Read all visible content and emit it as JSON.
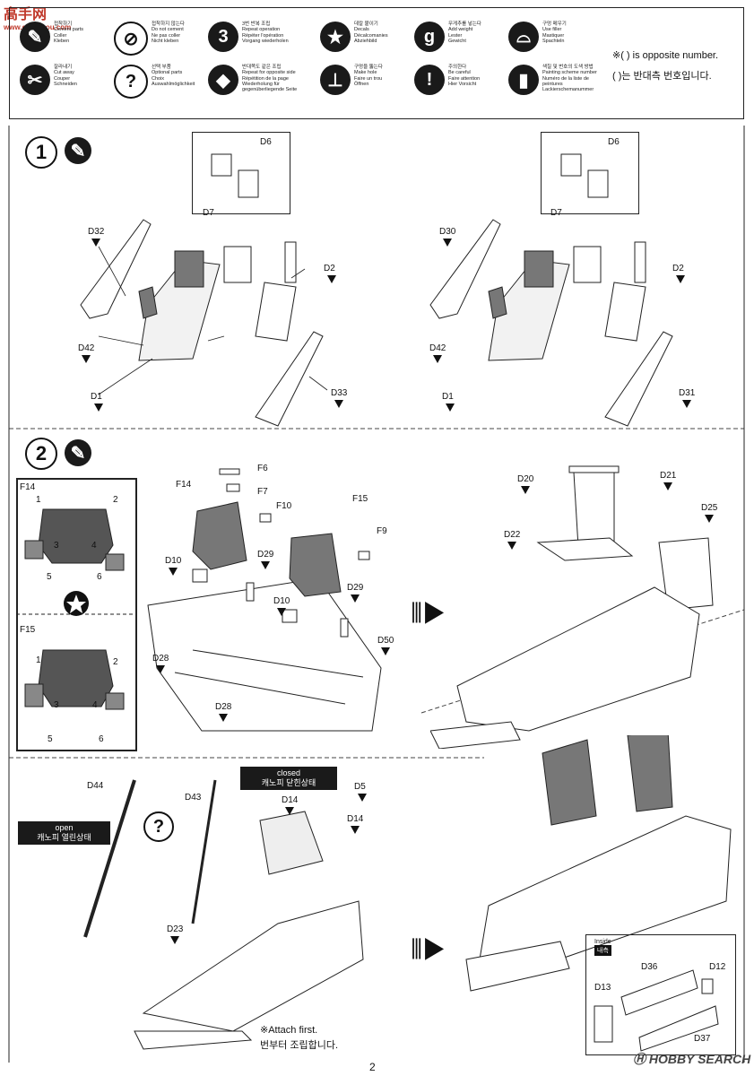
{
  "watermark_top": {
    "brand": "高手网",
    "url": "www.gao-shou.com"
  },
  "legend": {
    "items": [
      {
        "icon": "cement-icon",
        "text": "접착하기\nCement parts\nColler\nKleben"
      },
      {
        "icon": "no-cement-icon",
        "text": "접착하지 않는다\nDo not cement\nNe pas coller\nNicht kleben"
      },
      {
        "icon": "repeat-icon",
        "glyph": "3",
        "text": "3번 반복 조립\nRepeat operation\nRépéter l'opération\nVorgang wiederholen"
      },
      {
        "icon": "star-icon",
        "text": "데칼 붙이기\nDecals\nDécalcomanies\nAbziehbild"
      },
      {
        "icon": "weight-icon",
        "glyph": "g",
        "text": "무게추를 넣는다\nAdd weight\nLester\nGewicht"
      },
      {
        "icon": "filler-icon",
        "text": "구멍 메우기\nUse filler\nMastiquer\nSpachteln"
      },
      {
        "icon": "cut-icon",
        "text": "잘라내기\nCut away\nCouper\nSchneiden"
      },
      {
        "icon": "optional-icon",
        "glyph": "?",
        "text": "선택 부품\nOptional parts\nChoix\nAuswahlmöglichkeit"
      },
      {
        "icon": "opposite-icon",
        "text": "반대쪽도 같은 조립\nRepeat for opposite side\nRépétition de la page\nWiederholung für gegenüberliegende Seite"
      },
      {
        "icon": "drill-icon",
        "text": "구멍을 뚫는다\nMake hole\nFaire un trou\nÖffnen"
      },
      {
        "icon": "caution-icon",
        "glyph": "!",
        "text": "주의한다\nBe careful\nFaire attention\nHier Vorsicht"
      },
      {
        "icon": "paint-number-icon",
        "text": "색칠 및 번호의 도색 방법\nPainting scheme number\nNuméro de la liste de peintures\nLackierschemanummer"
      }
    ],
    "note_en": "※( ) is opposite number.",
    "note_kr": "(  )는 반대측 번호입니다."
  },
  "step1": {
    "number": "1",
    "left": {
      "parts": [
        "D6",
        "D7",
        "D32",
        "D42",
        "D1",
        "D2",
        "D33"
      ]
    },
    "right": {
      "parts": [
        "D6",
        "D7",
        "D30",
        "D42",
        "D1",
        "D2",
        "D31"
      ]
    }
  },
  "step2": {
    "number": "2",
    "f14_label": "F14",
    "f15_label": "F15",
    "panel_numbers": [
      "1",
      "2",
      "3",
      "4",
      "5",
      "6"
    ],
    "parts": [
      "F6",
      "F7",
      "F14",
      "F10",
      "F15",
      "F9",
      "D10",
      "D29",
      "D10",
      "D29",
      "D28",
      "D28",
      "D50",
      "D20",
      "D21",
      "D22",
      "D25"
    ]
  },
  "step3": {
    "closed_label": "closed",
    "closed_kr": "캐노피 닫힌상태",
    "open_label": "open",
    "open_kr": "캐노피 열린상태",
    "parts": [
      "D44",
      "D43",
      "D14",
      "D5",
      "D14",
      "D23",
      "D36",
      "D12",
      "D13",
      "D37"
    ],
    "inside_label": "Inside",
    "inside_kr": "내측",
    "attach_note_en": "※Attach  first.",
    "attach_note_kr": " 번부터 조립합니다."
  },
  "footer": {
    "page_number": "2",
    "watermark": "HOBBY SEARCH"
  }
}
